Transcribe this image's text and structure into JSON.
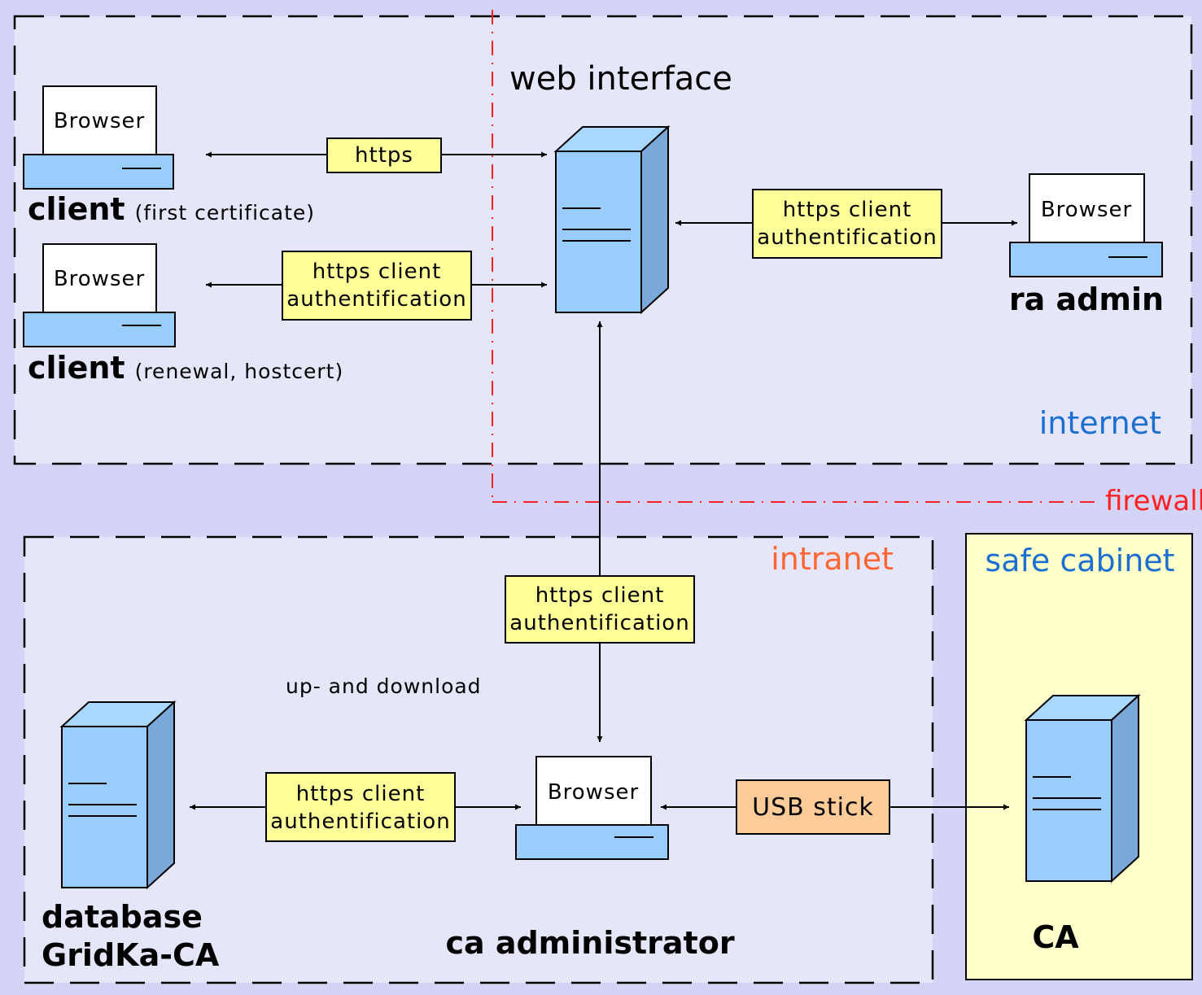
{
  "zones": {
    "internet": "internet",
    "intranet": "intranet",
    "safe_cabinet": "safe cabinet",
    "firewall": "firewall"
  },
  "web_interface": {
    "title": "web interface"
  },
  "clients": [
    {
      "browser": "Browser",
      "name": "client",
      "note": "(first certificate)"
    },
    {
      "browser": "Browser",
      "name": "client",
      "note": "(renewal, hostcert)"
    }
  ],
  "ra_admin": {
    "browser": "Browser",
    "name": "ra admin"
  },
  "connections": {
    "https": "https",
    "client_auth_line1": "https client",
    "client_auth_line2": "authentification",
    "usb": "USB stick",
    "up_down": "up- and download"
  },
  "ca_admin": {
    "browser": "Browser",
    "name": "ca administrator"
  },
  "database": {
    "line1": "database",
    "line2": "GridKa-CA"
  },
  "ca": {
    "name": "CA"
  },
  "colors": {
    "internet_bg": "#e6e6fa",
    "intranet_bg": "#e6e6fa",
    "safe_bg": "#ffffcc",
    "label_box": "#ffff99",
    "usb_box": "#ffcc99",
    "server_front": "#99ccff",
    "server_side": "#7aa8d8",
    "server_top": "#a8d8ff",
    "internet_label": "#1c6fd0",
    "intranet_label": "#ff6633",
    "firewall_label": "#ff2222"
  }
}
